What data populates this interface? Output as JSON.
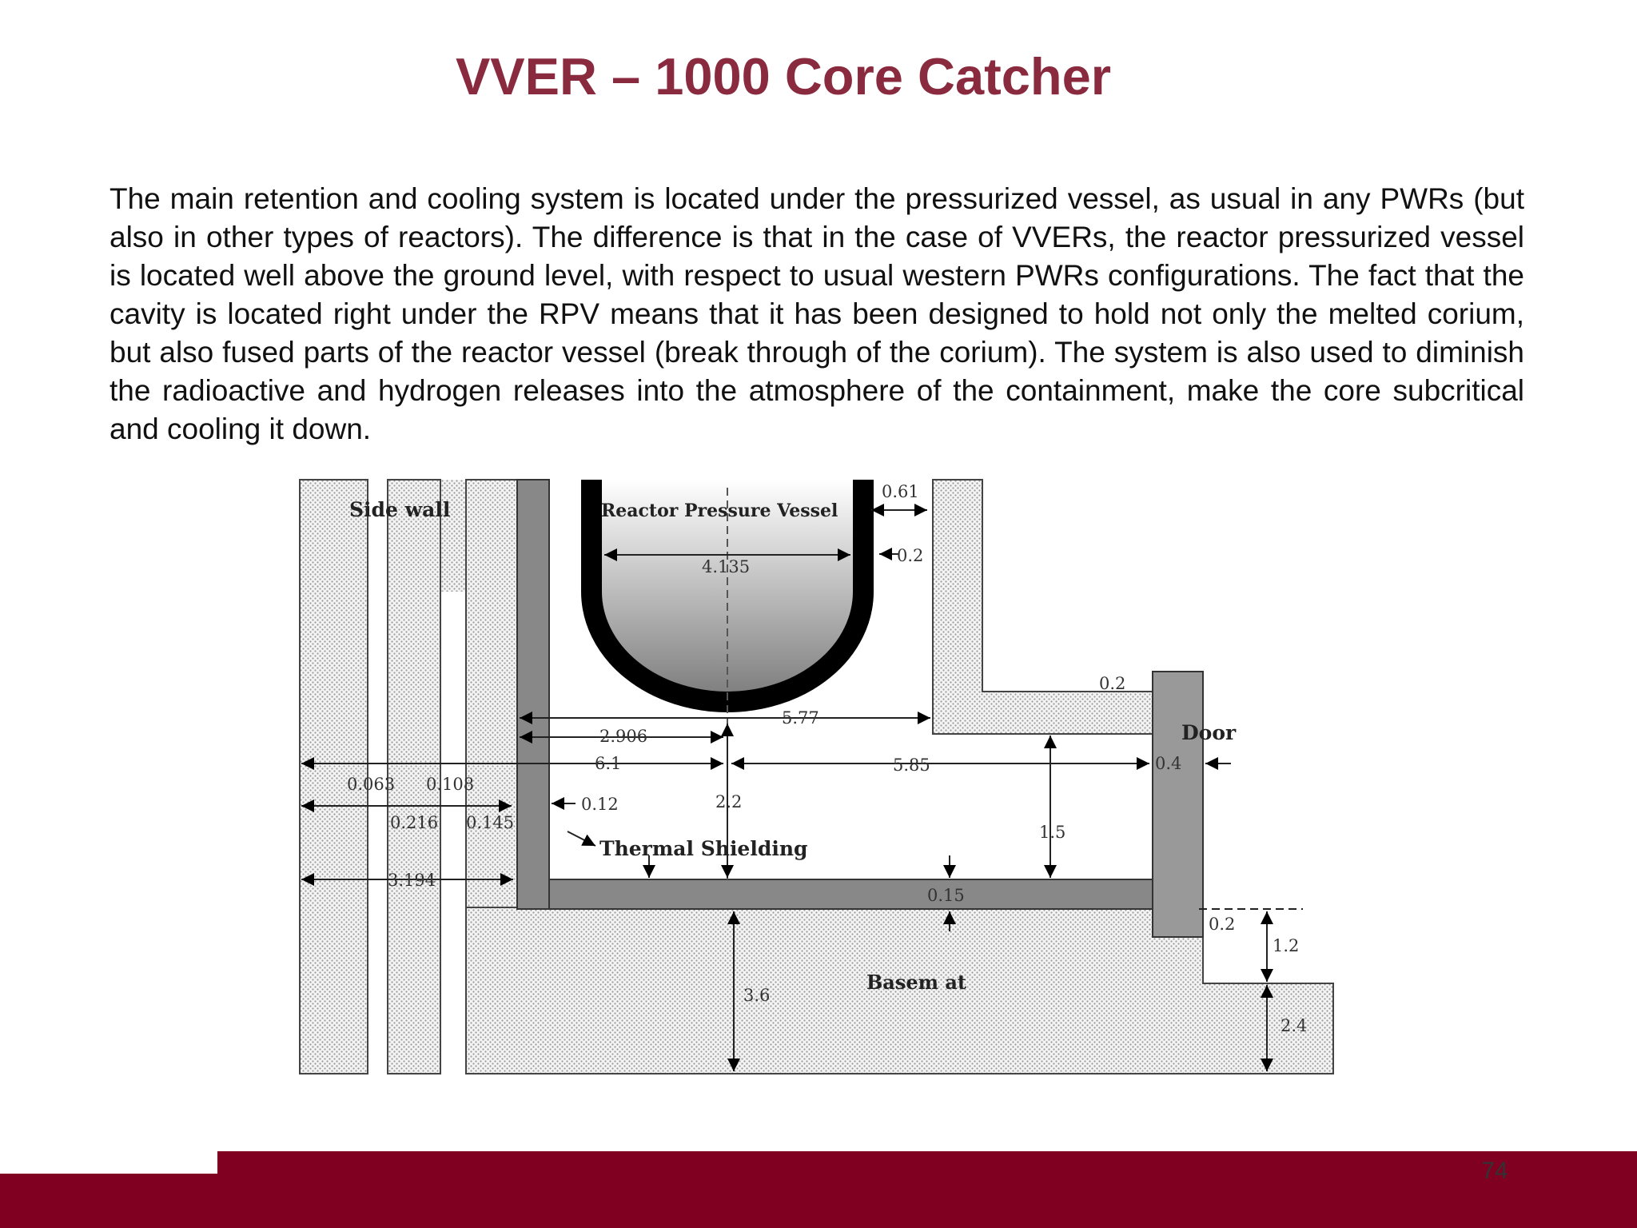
{
  "slide": {
    "title": "VVER – 1000 Core Catcher",
    "paragraph": "The main retention and cooling system is located under the pressurized vessel, as usual in any PWRs (but also in other types of reactors). The difference is that in the case of VVERs, the reactor pressurized vessel is located well above the ground level, with respect to usual western PWRs configurations. The fact that the cavity is located right under the RPV means that it has been designed to hold not only the melted corium, but also fused parts of the reactor vessel (break through of the corium). The system is also used to diminish the radioactive and hydrogen releases into the atmosphere of the containment, make the core subcritical and cooling it down.",
    "page_number": "74"
  },
  "diagram": {
    "labels": {
      "side_wall": "Side wall",
      "reactor_pressure_vessel": "Reactor Pressure Vessel",
      "thermal_shielding": "Thermal Shielding",
      "door": "Door",
      "basemat": "Basem at"
    },
    "dimensions": {
      "d_0_61": "0.61",
      "d_0_2_top": "0.2",
      "d_4_135": "4.135",
      "d_0_2_step": "0.2",
      "d_5_77": "5.77",
      "d_2_906": "2.906",
      "d_6_1": "6.1",
      "d_5_85": "5.85",
      "d_0_4": "0.4",
      "d_0_063": "0.063",
      "d_0_108": "0.108",
      "d_0_216": "0.216",
      "d_0_145": "0.145",
      "d_0_12": "0.12",
      "d_2_2": "2.2",
      "d_1_5": "1.5",
      "d_3_194": "3.194",
      "d_0_15": "0.15",
      "d_0_2_door": "0.2",
      "d_1_2": "1.2",
      "d_3_6": "3.6",
      "d_2_4": "2.4"
    },
    "colors": {
      "concrete_fill": "#f2f2f2",
      "steel_fill": "#888888",
      "vessel_wall": "#000000"
    }
  },
  "colors": {
    "title": "#8a2a3e",
    "footer": "#7f0020"
  }
}
